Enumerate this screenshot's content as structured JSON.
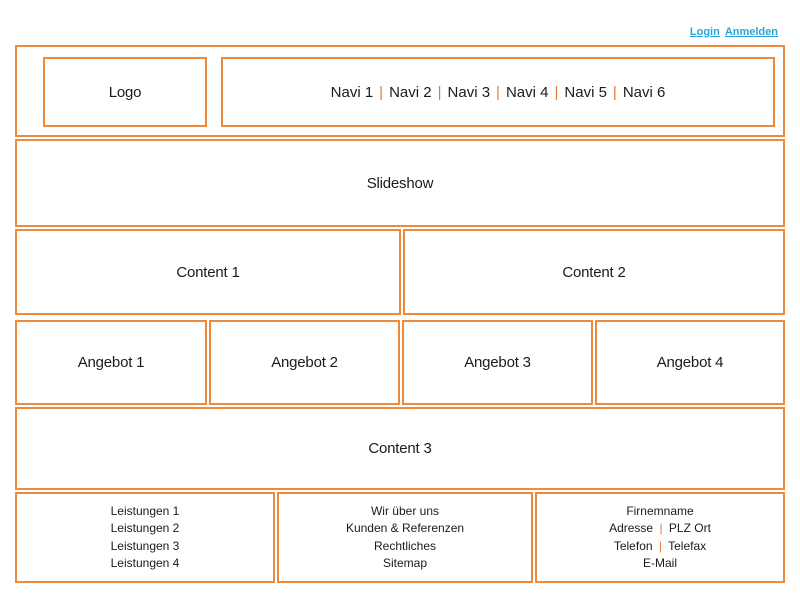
{
  "colors": {
    "border_orange": "#ee8a3c",
    "pipe_orange": "#e8762c",
    "link_blue": "#2aa5dc",
    "text": "#1b1b1b"
  },
  "top_links": {
    "login": "Login",
    "anmelden": "Anmelden"
  },
  "header": {
    "logo_label": "Logo",
    "nav_separator": "|",
    "nav_items": [
      "Navi 1",
      "Navi 2",
      "Navi 3",
      "Navi 4",
      "Navi 5",
      "Navi 6"
    ]
  },
  "sections": {
    "slideshow": "Slideshow",
    "content1": "Content 1",
    "content2": "Content 2",
    "content3": "Content 3"
  },
  "angebote": [
    "Angebot 1",
    "Angebot 2",
    "Angebot 3",
    "Angebot 4"
  ],
  "footer": {
    "columns": [
      {
        "name": "leistungen",
        "items": [
          "Leistungen 1",
          "Leistungen 2",
          "Leistungen 3",
          "Leistungen 4"
        ]
      },
      {
        "name": "unternehmen",
        "items": [
          "Wir über uns",
          "Kunden & Referenzen",
          "Rechtliches",
          "Sitemap"
        ]
      },
      {
        "name": "kontakt",
        "items": [
          "Firnemname",
          "Adresse | PLZ Ort",
          "Telefon | Telefax",
          "E-Mail"
        ]
      }
    ]
  }
}
